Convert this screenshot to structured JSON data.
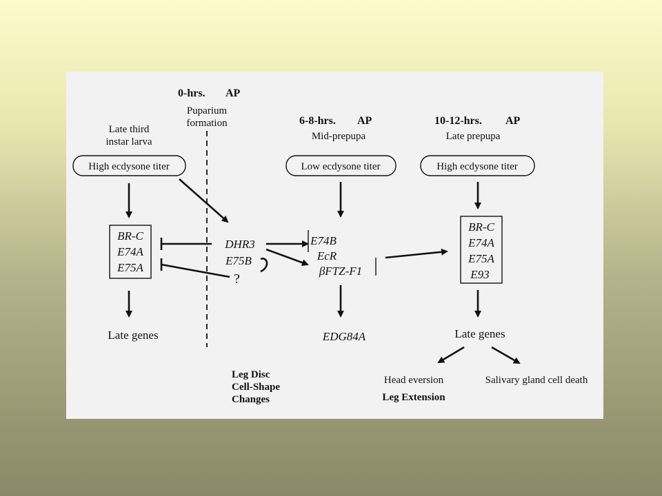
{
  "timepoints": [
    {
      "time": "0-hrs.",
      "unit": "AP",
      "line1": "Puparium",
      "line2": "formation"
    },
    {
      "time": "6-8-hrs.",
      "unit": "AP",
      "stage": "Mid-prepupa"
    },
    {
      "time": "10-12-hrs.",
      "unit": "AP",
      "stage": "Late prepupa"
    }
  ],
  "larva_label": [
    "Late third",
    "instar larva"
  ],
  "titers": [
    "High ecdysone titer",
    "Low ecdysone titer",
    "High ecdysone titer"
  ],
  "box1_genes": [
    "BR-C",
    "E74A",
    "E75A"
  ],
  "mid_genes": [
    "DHR3",
    "E75B"
  ],
  "unknown": "?",
  "mid_prepupa_genes": [
    "E74B",
    "EcR",
    "βFTZ-F1"
  ],
  "box3_genes": [
    "BR-C",
    "E74A",
    "E75A",
    "E93"
  ],
  "late_genes_1": "Late genes",
  "edg": "EDG84A",
  "late_genes_2": "Late genes",
  "leg_disc": [
    "Leg  Disc",
    "Cell-Shape",
    "Changes"
  ],
  "head_eversion": "Head eversion",
  "leg_extension": "Leg  Extension",
  "salivary": "Salivary gland cell death"
}
